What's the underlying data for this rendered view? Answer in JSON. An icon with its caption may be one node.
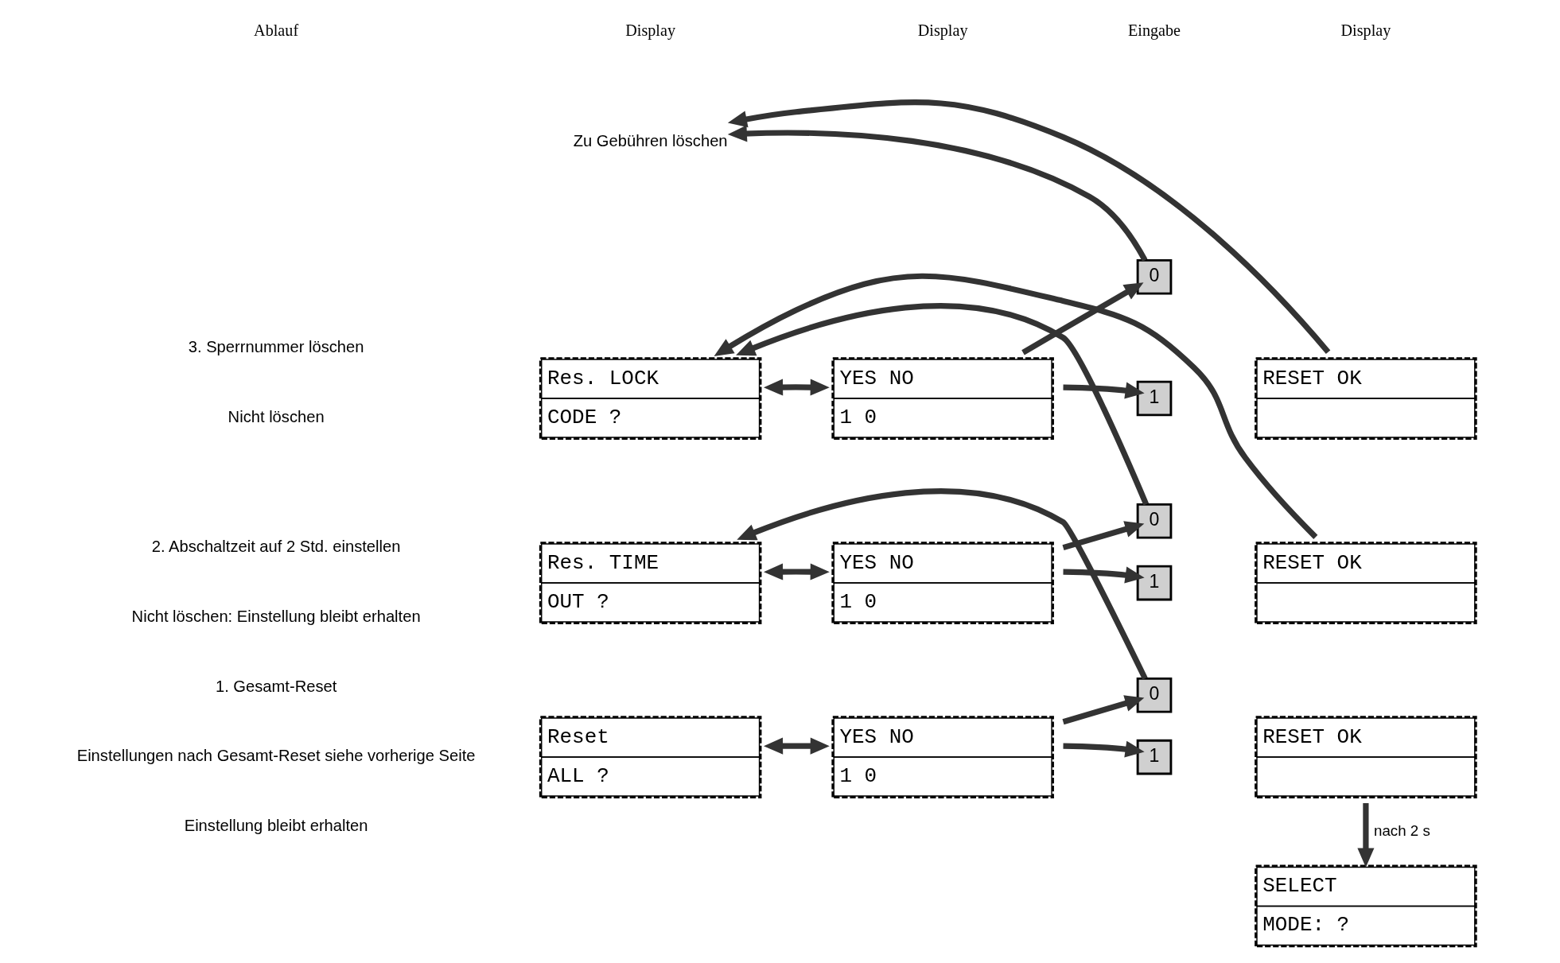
{
  "diagram": {
    "nodes": [
      {
        "text": [
          "Reset",
          "ALL ?"
        ]
      },
      {
        "text": [
          "YES NO",
          "1 0"
        ]
      },
      {
        "text": [
          "1"
        ]
      },
      {
        "text": [
          "RESET OK"
        ]
      },
      {
        "text": [
          "SELECT",
          "MODE: ?"
        ]
      },
      {
        "text": [
          "0"
        ]
      },
      {
        "text": [
          "Res. TIME",
          "OUT ?"
        ]
      },
      {
        "text": [
          "YES NO",
          "1 0"
        ]
      },
      {
        "text": [
          "1"
        ]
      },
      {
        "text": [
          "RESET OK"
        ]
      },
      {
        "text": [
          "0"
        ]
      },
      {
        "text": [
          "Res. LOCK",
          "CODE ?"
        ]
      },
      {
        "text": [
          "YES NO",
          "1 0"
        ]
      },
      {
        "text": [
          "1"
        ]
      },
      {
        "text": [
          "RESET OK"
        ]
      },
      {
        "text": [
          "0"
        ]
      },
      {
        "text": [
          "Zu Gebühren löschen"
        ]
      }
    ],
    "edges": [
      {
        "from": 0,
        "to": 1,
        "arrow": "both"
      },
      {
        "from": 1,
        "to": 2,
        "arrow": "to"
      },
      {
        "from": 1,
        "to": 5,
        "arrow": "to"
      },
      {
        "from": 3,
        "to": 4,
        "arrow": "to",
        "label": "nach 2 s"
      },
      {
        "from": 5,
        "to": 6,
        "arrow": "to"
      },
      {
        "from": 6,
        "to": 7,
        "arrow": "both"
      },
      {
        "from": 7,
        "to": 8,
        "arrow": "to"
      },
      {
        "from": 7,
        "to": 10,
        "arrow": "to"
      },
      {
        "from": 10,
        "to": 11,
        "arrow": "to"
      },
      {
        "from": 9,
        "to": 11,
        "arrow": "to"
      },
      {
        "from": 11,
        "to": 12,
        "arrow": "both"
      },
      {
        "from": 12,
        "to": 13,
        "arrow": "to"
      },
      {
        "from": 12,
        "to": 15,
        "arrow": "to"
      },
      {
        "from": 15,
        "to": 16,
        "arrow": "to"
      },
      {
        "from": 14,
        "to": 16,
        "arrow": "to"
      }
    ],
    "labels": [
      "Ablauf",
      "Display",
      "Display",
      "Eingabe",
      "Display",
      "1. Gesamt-Reset",
      "Einstellungen nach Gesamt-Reset siehe vorherige Seite",
      "Einstellung bleibt erhalten",
      "2. Abschaltzeit auf 2 Std. einstellen",
      "Nicht löschen: Einstellung bleibt erhalten",
      "3. Sperrnummer löschen",
      "Nicht löschen"
    ]
  }
}
